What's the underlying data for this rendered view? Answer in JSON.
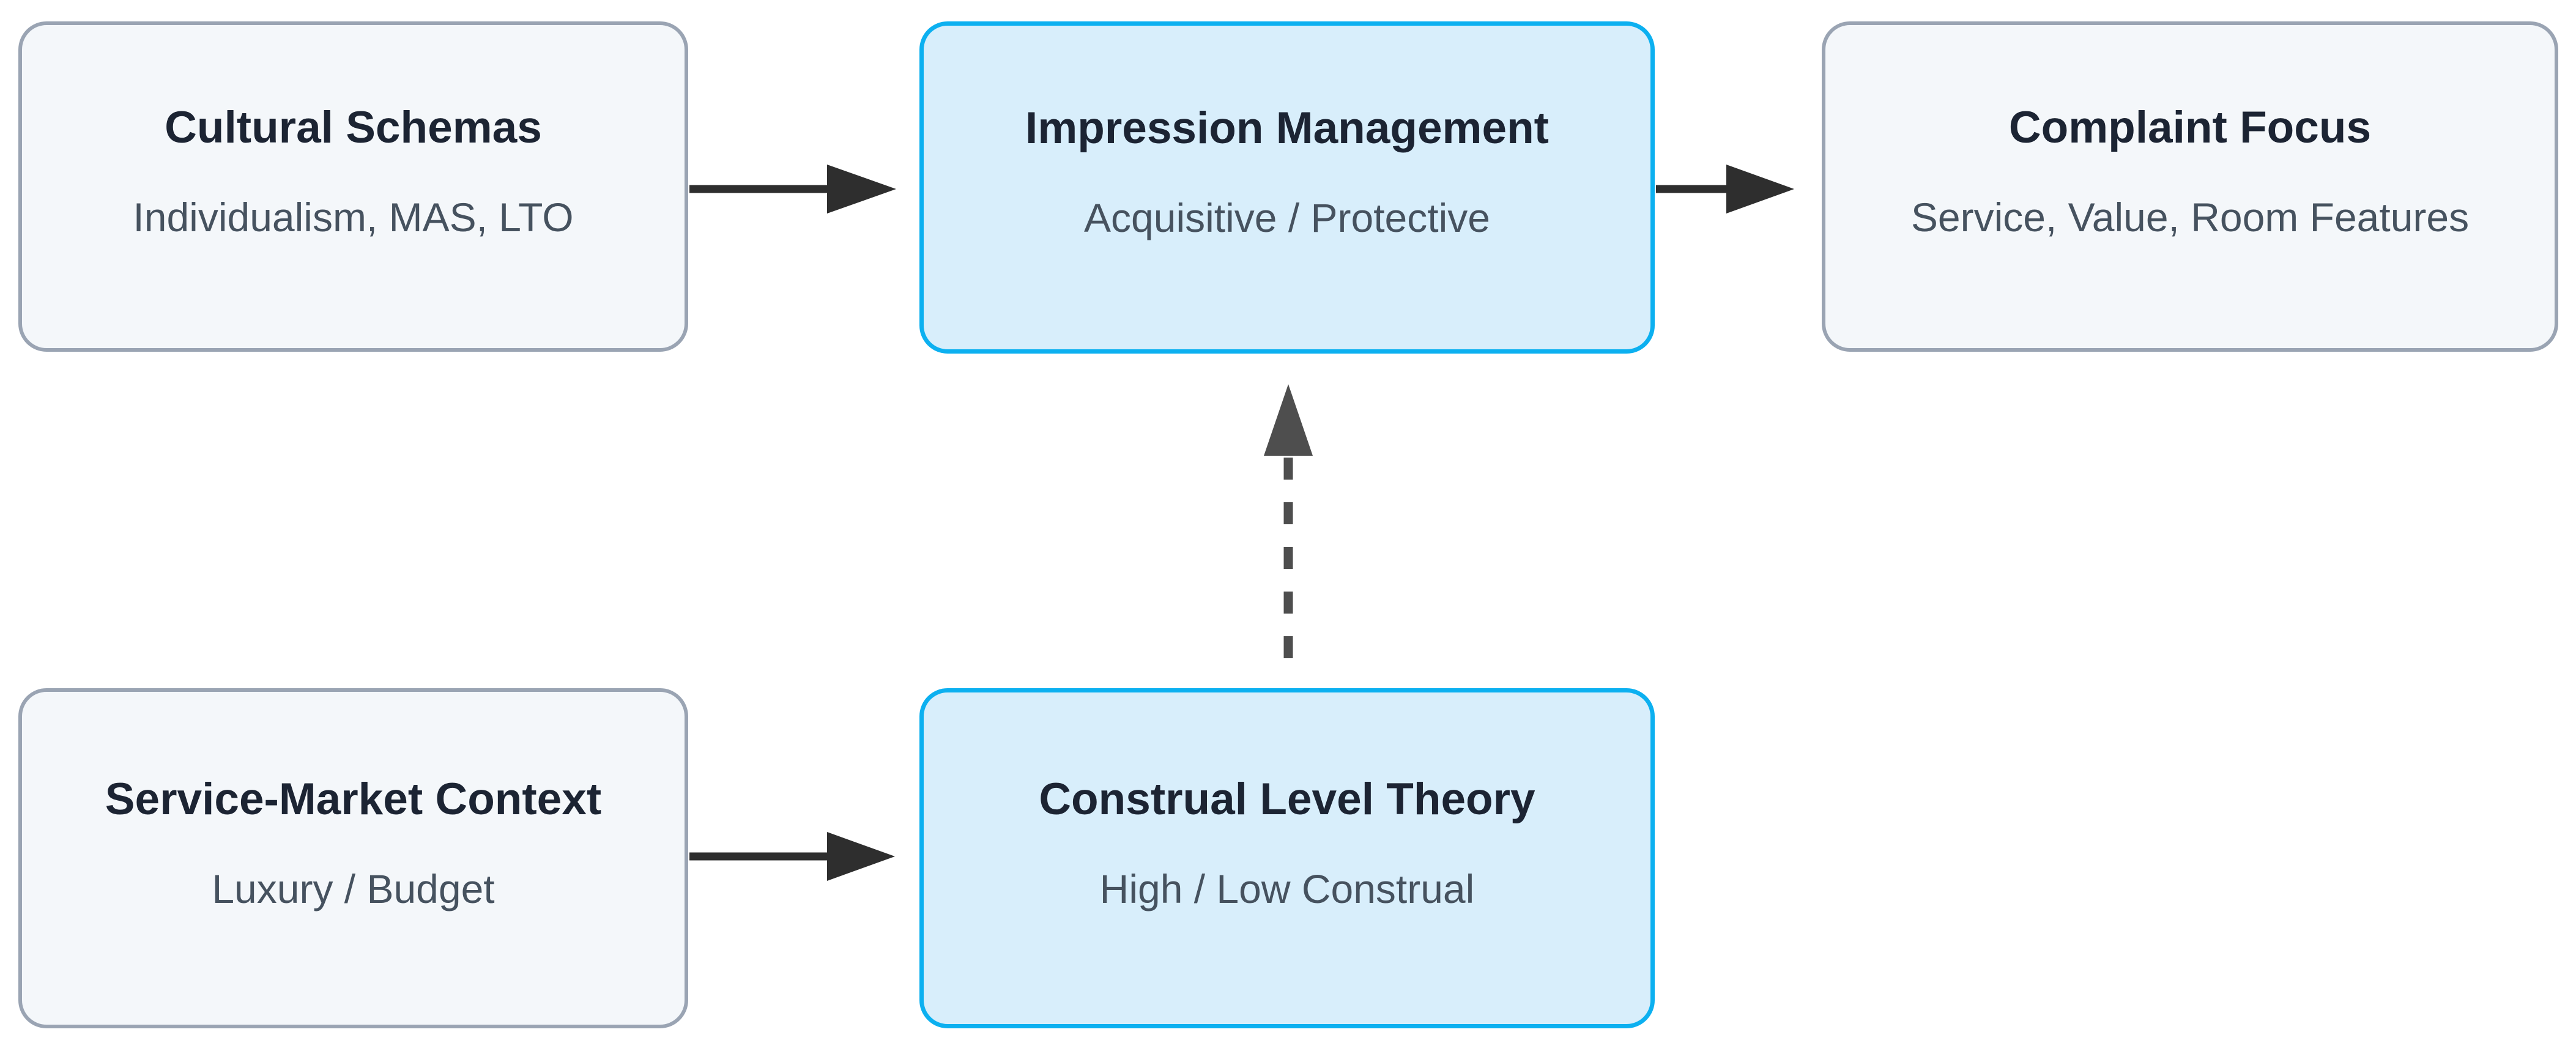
{
  "diagram": {
    "nodes": [
      {
        "id": "cultural-schemas",
        "title": "Cultural Schemas",
        "subtitle": "Individualism, MAS, LTO",
        "variant": "default"
      },
      {
        "id": "impression-management",
        "title": "Impression Management",
        "subtitle": "Acquisitive / Protective",
        "variant": "highlight"
      },
      {
        "id": "complaint-focus",
        "title": "Complaint Focus",
        "subtitle": "Service, Value, Room Features",
        "variant": "default"
      },
      {
        "id": "service-market",
        "title": "Service-Market Context",
        "subtitle": "Luxury / Budget",
        "variant": "default"
      },
      {
        "id": "construal-level",
        "title": "Construal Level Theory",
        "subtitle": "High / Low Construal",
        "variant": "highlight"
      }
    ],
    "edges": [
      {
        "from": "Cultural Schemas",
        "to": "Impression Management",
        "style": "solid"
      },
      {
        "from": "Impression Management",
        "to": "Complaint Focus",
        "style": "solid"
      },
      {
        "from": "Service-Market Context",
        "to": "Construal Level Theory",
        "style": "solid"
      },
      {
        "from": "Construal Level Theory",
        "to": "Impression Management",
        "style": "dashed"
      }
    ],
    "colors": {
      "background": "#ffffff",
      "node_fill_default": "#f4f7fa",
      "node_border_default": "#9aa4b3",
      "node_fill_highlight": "#d8eefb",
      "node_border_highlight": "#0cb0f0",
      "title_text": "#1c2433",
      "subtitle_text": "#46525f",
      "arrow_solid": "#2e2e2e",
      "arrow_dashed": "#4e4e4e"
    }
  }
}
